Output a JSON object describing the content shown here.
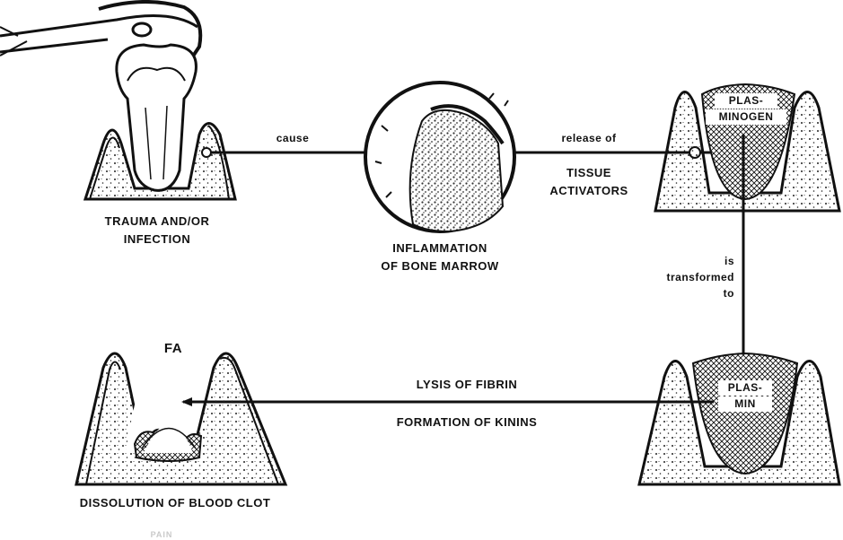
{
  "labels": {
    "cause": "cause",
    "release_of": "release of",
    "tissue": "TISSUE",
    "activators": "ACTIVATORS",
    "trauma_line1": "TRAUMA AND/OR",
    "trauma_line2": "INFECTION",
    "inflammation_line1": "INFLAMMATION",
    "inflammation_line2": "OF BONE MARROW",
    "plasminogen_line1": "PLAS-",
    "plasminogen_line2": "MINOGEN",
    "is": "is",
    "transformed": "transformed",
    "to": "to",
    "plasmin_line1": "PLAS-",
    "plasmin_line2": "MIN",
    "lysis_of_fibrin": "LYSIS OF FIBRIN",
    "formation_of_kinins": "FORMATION OF KININS",
    "fa": "FA",
    "dissolution": "DISSOLUTION OF BLOOD CLOT",
    "pain": "PAIN"
  },
  "colors": {
    "ink": "#111111",
    "paper": "#ffffff"
  },
  "icons": [
    "forceps-icon",
    "extracted-tooth-icon",
    "bone-marrow-circle-icon",
    "tooth-socket-icon",
    "crosshatch-clot-icon"
  ]
}
